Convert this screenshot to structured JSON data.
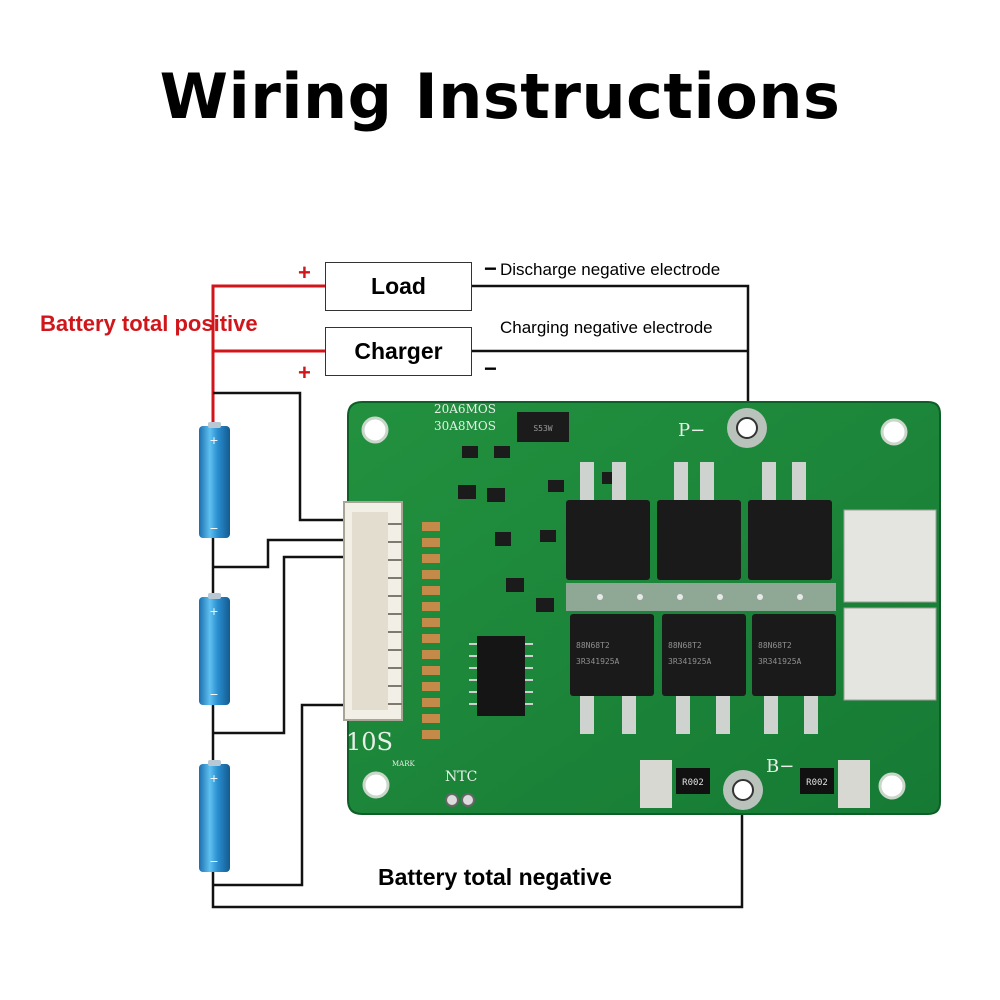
{
  "title": "Wiring Instructions",
  "labels": {
    "battery_total_positive": "Battery total positive",
    "battery_total_negative": "Battery total negative",
    "discharge_negative": "Discharge negative electrode",
    "charging_negative": "Charging negative electrode",
    "load": "Load",
    "charger": "Charger",
    "plus": "+",
    "minus": "−"
  },
  "board": {
    "mos_line1": "20A6MOS",
    "mos_line2": "30A8MOS",
    "p_minus": "P−",
    "b_minus": "B−",
    "ntc": "NTC",
    "cells": "10S",
    "mark": "MARK",
    "mosfet_code_a": "88N68T2",
    "mosfet_code_b": "3R341925A",
    "resistor_code": "R002",
    "ic_code": "S53W"
  },
  "colors": {
    "positive_wire": "#d0161b",
    "negative_wire": "#000000",
    "pcb_green": "#1f8a3e",
    "battery_blue": "#2a8fd0"
  }
}
